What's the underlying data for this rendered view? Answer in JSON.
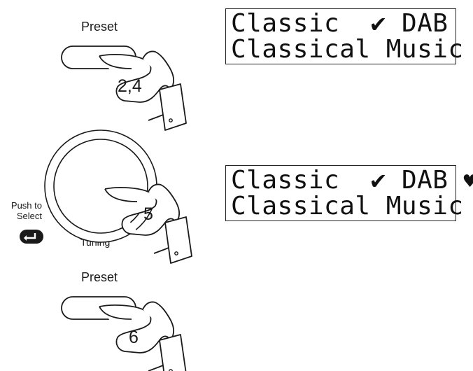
{
  "steps": {
    "top": {
      "button_label": "Preset",
      "finger_number": "2,4"
    },
    "middle": {
      "push_label_line1": "Push to",
      "push_label_line2": "Select",
      "knob_label": "Tuning",
      "finger_number": "5"
    },
    "bottom": {
      "button_label": "Preset",
      "finger_number": "6"
    }
  },
  "displays": [
    {
      "line1": "Classic",
      "tick": "✔",
      "band": "DAB",
      "marker": "",
      "line2": "Classical Music"
    },
    {
      "line1": "Classic",
      "tick": "✔",
      "band": "DAB",
      "marker": "♥",
      "line2": "Classical Music"
    }
  ],
  "icons": {
    "select_button": "enter-arrow-icon",
    "finger": "pointing-hand-icon",
    "knob": "tuning-knob-icon",
    "button": "preset-button-icon"
  }
}
